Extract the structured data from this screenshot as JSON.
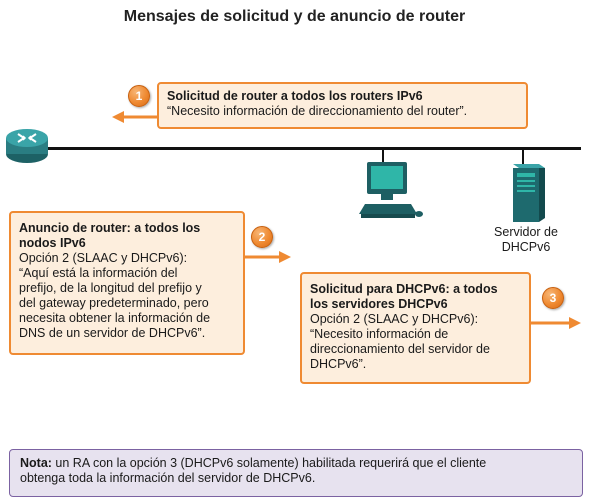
{
  "title": "Mensajes de solicitud y de anuncio de router",
  "colors": {
    "accent_orange": "#ef8a32",
    "box_fill": "#fdeedd",
    "note_fill": "#e7e2ef",
    "note_border": "#7b62a2",
    "router": "#2f8a8e",
    "device": "#1f6a6e"
  },
  "devices": {
    "router": {
      "icon": "router-icon"
    },
    "pc": {
      "icon": "desktop-computer-icon"
    },
    "server": {
      "icon": "server-icon",
      "label_line1": "Servidor de",
      "label_line2": "DHCPv6"
    }
  },
  "messages": [
    {
      "number": "1",
      "heading": "Solicitud de router a todos los routers IPv6",
      "lines": [
        "“Necesito información de direccionamiento del router”."
      ]
    },
    {
      "number": "2",
      "heading_line1": "Anuncio de router: a todos los",
      "heading_line2": "nodos IPv6",
      "lines": [
        "Opción 2 (SLAAC y DHCPv6):",
        "“Aquí está la información del",
        "prefijo, de la longitud del prefijo y",
        "del gateway predeterminado, pero",
        "necesita obtener la información de",
        "DNS de un servidor de DHCPv6”."
      ]
    },
    {
      "number": "3",
      "heading_line1": "Solicitud para DHCPv6: a todos",
      "heading_line2": "los servidores DHCPv6",
      "lines": [
        "Opción 2 (SLAAC y DHCPv6):",
        "“Necesito información de",
        "direccionamiento del servidor de",
        "DHCPv6”."
      ]
    }
  ],
  "note": {
    "label": "Nota:",
    "line1": " un RA con la opción 3 (DHCPv6 solamente) habilitada requerirá que el cliente",
    "line2": "obtenga toda la información del servidor de DHCPv6."
  }
}
